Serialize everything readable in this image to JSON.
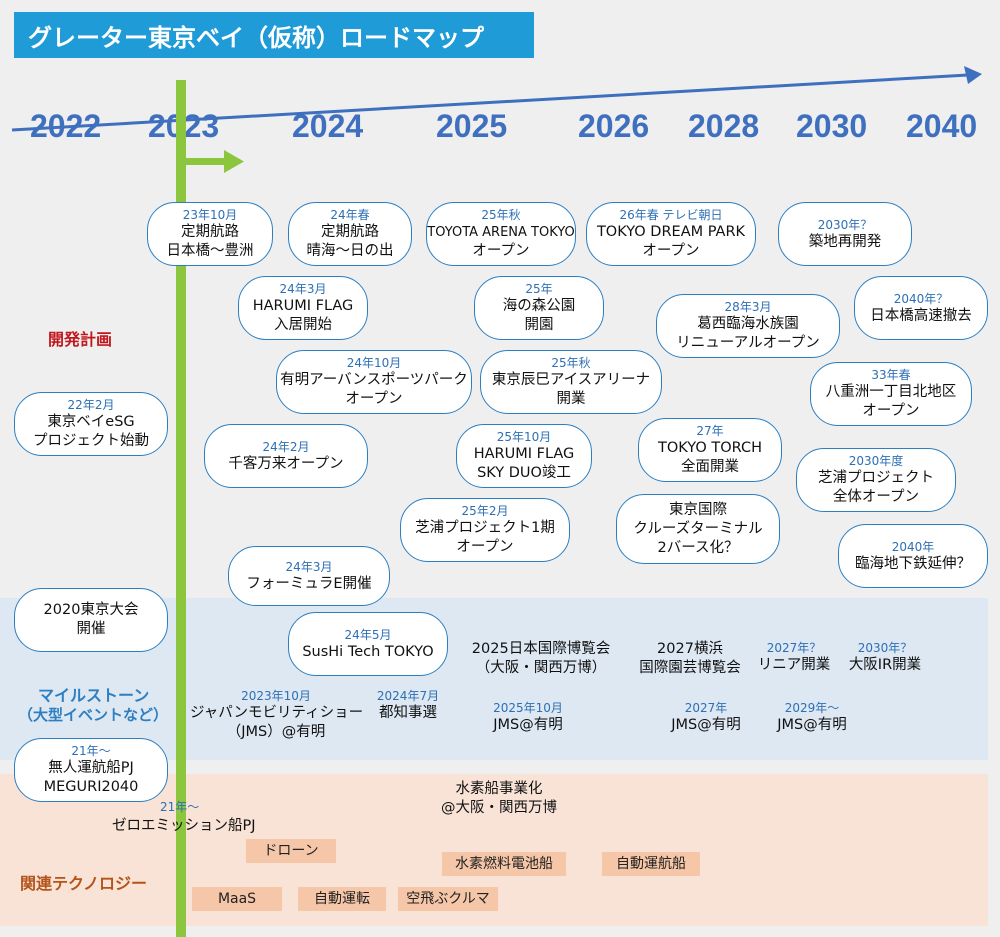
{
  "title": "グレーター東京ベイ（仮称）ロードマップ",
  "years": [
    "2022",
    "2023",
    "2024",
    "2025",
    "2026",
    "2028",
    "2030",
    "2040"
  ],
  "sections": {
    "development": "開発計画",
    "milestone_1": "マイルストーン",
    "milestone_2": "（大型イベントなど）",
    "technology": "関連テクノロジー"
  },
  "development": {
    "p1": {
      "date": "23年10月",
      "line1": "定期航路",
      "line2": "日本橋～豊洲"
    },
    "p2": {
      "date": "24年春",
      "line1": "定期航路",
      "line2": "晴海～日の出"
    },
    "p3": {
      "date": "25年秋",
      "line1": "TOYOTA ARENA TOKYO",
      "line2": "オープン"
    },
    "p4": {
      "date": "26年春 テレビ朝日",
      "line1": "TOKYO DREAM PARK",
      "line2": "オープン"
    },
    "p5": {
      "date": "2030年？",
      "line1": "築地再開発"
    },
    "p6": {
      "date": "24年3月",
      "line1": "HARUMI FLAG",
      "line2": "入居開始"
    },
    "p7": {
      "date": "25年",
      "line1": "海の森公園",
      "line2": "開園"
    },
    "p8": {
      "date": "28年3月",
      "line1": "葛西臨海水族園",
      "line2": "リニューアルオープン"
    },
    "p9": {
      "date": "2040年？",
      "line1": "日本橋高速撤去"
    },
    "p10": {
      "date": "24年10月",
      "line1": "有明アーバンスポーツパーク",
      "line2": "オープン"
    },
    "p11": {
      "date": "25年秋",
      "line1": "東京辰巳アイスアリーナ",
      "line2": "開業"
    },
    "p12": {
      "date": "33年春",
      "line1": "八重洲一丁目北地区",
      "line2": "オープン"
    },
    "p13": {
      "date": "22年2月",
      "line1": "東京ベイeSG",
      "line2": "プロジェクト始動"
    },
    "p14": {
      "date": "24年2月",
      "line1": "千客万来オープン"
    },
    "p15": {
      "date": "25年10月",
      "line1": "HARUMI FLAG",
      "line2": "SKY DUO竣工"
    },
    "p16": {
      "date": "27年",
      "line1": "TOKYO TORCH",
      "line2": "全面開業"
    },
    "p17": {
      "date": "2030年度",
      "line1": "芝浦プロジェクト",
      "line2": "全体オープン"
    },
    "p18": {
      "date": "25年2月",
      "line1": "芝浦プロジェクト1期",
      "line2": "オープン"
    },
    "p19": {
      "line1": "東京国際",
      "line2": "クルーズターミナル",
      "line3": "2バース化？"
    },
    "p20": {
      "date": "2040年",
      "line1": "臨海地下鉄延伸？"
    },
    "p21": {
      "date": "24年3月",
      "line1": "フォーミュラE開催"
    },
    "p22": {
      "line1": "2020東京大会",
      "line2": "開催"
    },
    "p23": {
      "date": "21年～",
      "line1": "無人運航船PJ",
      "line2": "MEGURI2040"
    }
  },
  "milestones": {
    "m1": {
      "date": "24年5月",
      "line1": "SusHi Tech TOKYO"
    },
    "m2": {
      "line1": "2025日本国際博覧会",
      "line2": "（大阪・関西万博）"
    },
    "m3": {
      "line1": "2027横浜",
      "line2": "国際園芸博覧会"
    },
    "m4": {
      "date": "2027年？",
      "line1": "リニア開業"
    },
    "m5": {
      "date": "2030年？",
      "line1": "大阪IR開業"
    },
    "m6": {
      "date": "2023年10月",
      "line1": "ジャパンモビリティショー",
      "line2": "（JMS）@有明"
    },
    "m7": {
      "date": "2024年7月",
      "line1": "都知事選"
    },
    "m8": {
      "date": "2025年10月",
      "line1": "JMS@有明"
    },
    "m9": {
      "date": "2027年",
      "line1": "JMS@有明"
    },
    "m10": {
      "date": "2029年～",
      "line1": "JMS@有明"
    }
  },
  "technology": {
    "hydrogen_1": "水素船事業化",
    "hydrogen_2": "@大阪・関西万博",
    "zero_date": "21年～",
    "zero_label": "ゼロエミッション船PJ",
    "tags": [
      "ドローン",
      "水素燃料電池船",
      "自動運航船",
      "MaaS",
      "自動運転",
      "空飛ぶクルマ"
    ]
  },
  "colors": {
    "title_bg": "#1f9bd8",
    "year_text": "#3f6fbf",
    "current_year_bar": "#8cc63f",
    "milestone_band": "#dde8f3",
    "tech_band": "#f9e3d6",
    "tag_bg": "#f5c6a8",
    "development_label": "#c0181e",
    "milestone_label": "#2d7fc1",
    "technology_label": "#b4531a"
  }
}
